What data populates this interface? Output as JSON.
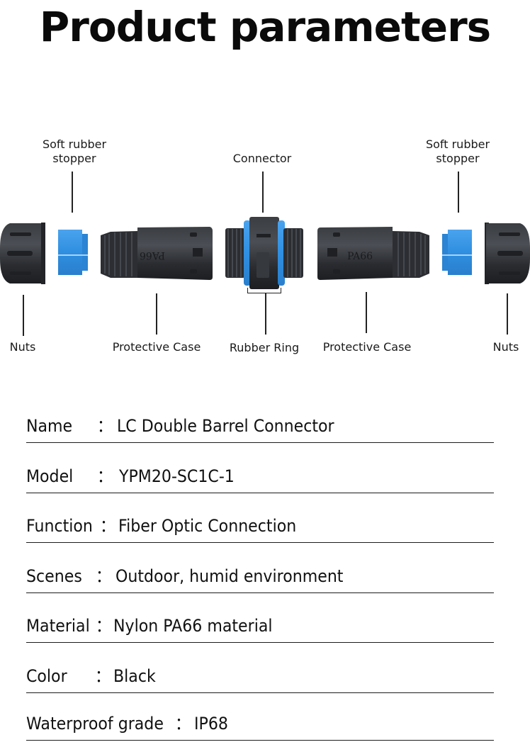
{
  "title": "Product parameters",
  "diagram": {
    "callouts_top": [
      {
        "id": "soft-rubber-stopper-left",
        "line1": "Soft rubber",
        "line2": "stopper"
      },
      {
        "id": "connector",
        "line1": "Connector"
      },
      {
        "id": "soft-rubber-stopper-right",
        "line1": "Soft rubber",
        "line2": "stopper"
      }
    ],
    "callouts_bottom": [
      {
        "id": "nuts-left",
        "label": "Nuts"
      },
      {
        "id": "protective-case-left",
        "label": "Protective Case"
      },
      {
        "id": "rubber-ring",
        "label": "Rubber Ring"
      },
      {
        "id": "protective-case-right",
        "label": "Protective Case"
      },
      {
        "id": "nuts-right",
        "label": "Nuts"
      }
    ],
    "case_marking": "PA66",
    "colors": {
      "body": "#2b2d31",
      "body_highlight": "#4a4d53",
      "accent_blue": "#2f8fe0",
      "accent_blue_light": "#5aaef0"
    }
  },
  "specs": [
    {
      "label": "Name",
      "sep": "：",
      "value": "LC Double Barrel Connector"
    },
    {
      "label": "Model",
      "sep": "：",
      "value": "YPM20-SC1C-1"
    },
    {
      "label": "Function",
      "sep": "：",
      "value": "Fiber Optic Connection"
    },
    {
      "label": "Scenes",
      "sep": "：",
      "value": "Outdoor, humid environment"
    },
    {
      "label": "Material",
      "sep": "：",
      "value": "Nylon PA66 material"
    },
    {
      "label": "Color",
      "sep": "：",
      "value": "Black"
    },
    {
      "label": "Waterproof grade",
      "sep": "：",
      "value": "IP68"
    }
  ]
}
